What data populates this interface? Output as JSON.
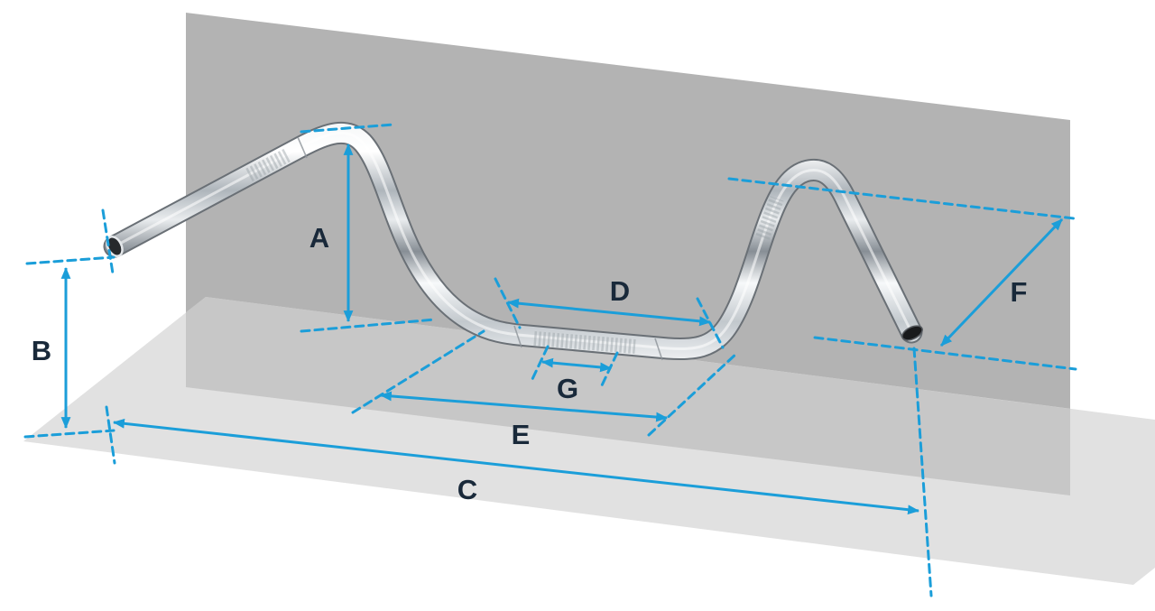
{
  "diagram": {
    "subject": "handlebar-dimension-diagram",
    "dimensions": {
      "A": {
        "label": "A"
      },
      "B": {
        "label": "B"
      },
      "C": {
        "label": "C"
      },
      "D": {
        "label": "D"
      },
      "E": {
        "label": "E"
      },
      "F": {
        "label": "F"
      },
      "G": {
        "label": "G"
      }
    }
  },
  "colors": {
    "dimension_blue": "#1b9ed9",
    "label_text": "#19293a",
    "wall_gray": "#b3b3b3",
    "overlap_gray": "#c7c7c7",
    "floor_gray": "#e1e1e1"
  }
}
